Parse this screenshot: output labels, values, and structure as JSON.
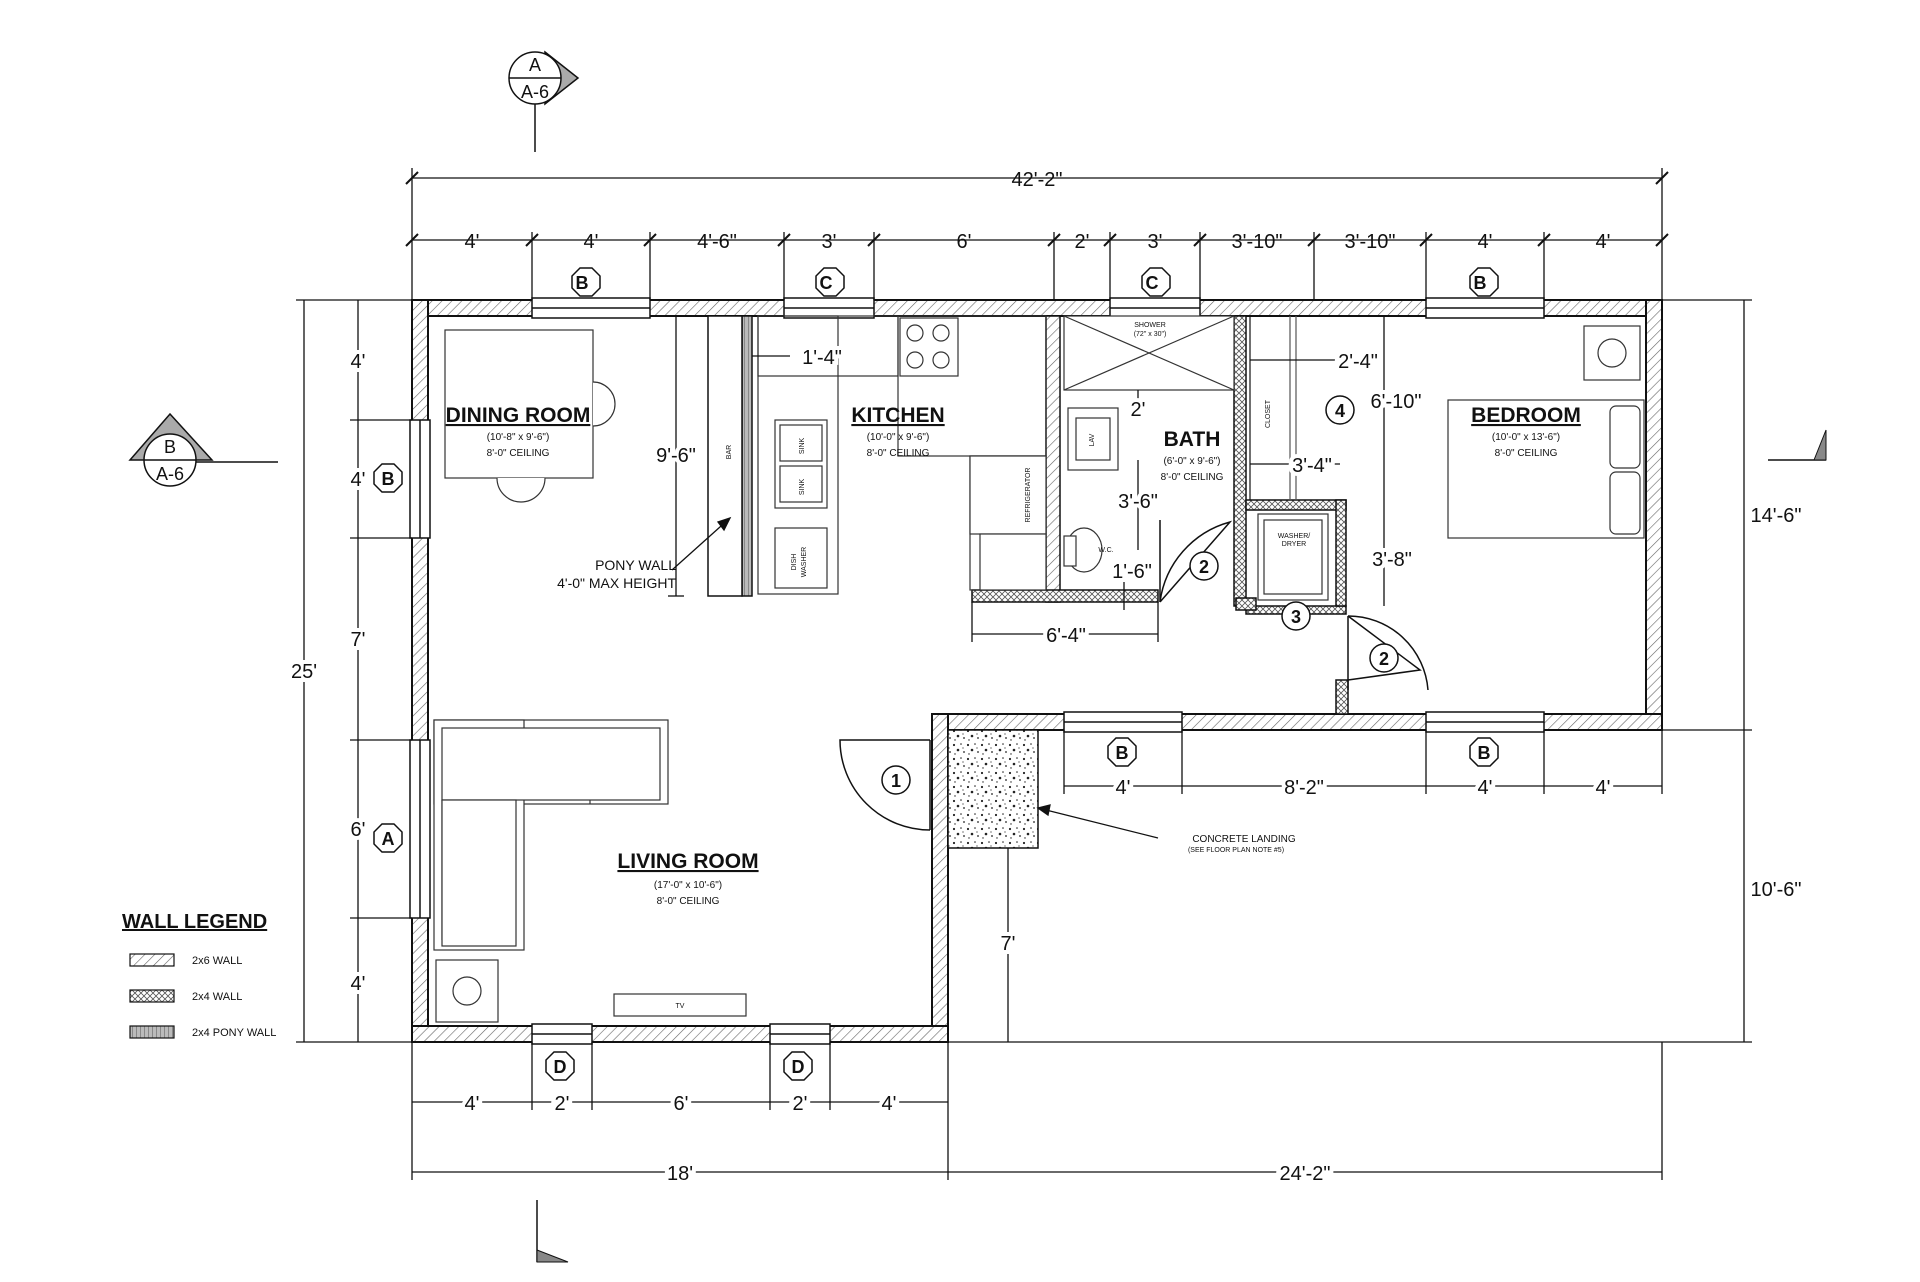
{
  "section_markers": {
    "a": {
      "letter": "A",
      "sheet": "A-6"
    },
    "b": {
      "letter": "B",
      "sheet": "A-6"
    }
  },
  "rooms": {
    "dining": {
      "name": "DINING ROOM",
      "size": "(10'-8\" x 9'-6\")",
      "ceiling": "8'-0\" CEILING"
    },
    "kitchen": {
      "name": "KITCHEN",
      "size": "(10'-0\" x 9'-6\")",
      "ceiling": "8'-0\" CEILING"
    },
    "bath": {
      "name": "BATH",
      "size": "(6'-0\" x 9'-6\")",
      "ceiling": "8'-0\" CEILING"
    },
    "bedroom": {
      "name": "BEDROOM",
      "size": "(10'-0\" x 13'-6\")",
      "ceiling": "8'-0\" CEILING"
    },
    "living": {
      "name": "LIVING ROOM",
      "size": "(17'-0\" x 10'-6\")",
      "ceiling": "8'-0\" CEILING"
    }
  },
  "fixtures": {
    "bar": "BAR",
    "sink": "SINK",
    "dishwasher_1": "DISH",
    "dishwasher_2": "WASHER",
    "refrigerator": "REFRIGERATOR",
    "shower": "SHOWER",
    "shower_size": "(72\" x 30\")",
    "lav": "LAV",
    "wc": "W.C.",
    "washer_dryer_1": "WASHER/",
    "washer_dryer_2": "DRYER",
    "closet": "CLOSET",
    "tv": "TV"
  },
  "notes": {
    "pony_wall_1": "PONY WALL",
    "pony_wall_2": "4'-0\" MAX HEIGHT",
    "concrete": "CONCRETE LANDING",
    "concrete_sub": "(SEE FLOOR PLAN NOTE #5)"
  },
  "dimensions": {
    "overall_top": "42'-2\"",
    "top": [
      "4'",
      "4'",
      "4'-6\"",
      "3'",
      "6'",
      "2'",
      "3'",
      "3'-10\"",
      "3'-10\"",
      "4'",
      "4'"
    ],
    "left": [
      "4'",
      "4'",
      "7'",
      "6'",
      "4'"
    ],
    "left_total": "25'",
    "right_upper": "14'-6\"",
    "right_lower": "10'-6\"",
    "bottom": [
      "4'",
      "2'",
      "6'",
      "2'",
      "4'"
    ],
    "bottom_left_total": "18'",
    "bottom_right_total": "24'-2\"",
    "porch": [
      "4'",
      "8'-2\"",
      "4'",
      "4'"
    ],
    "porch_depth": "7'",
    "interior": {
      "kitchen_height": "9'-6\"",
      "bar_offset": "1'-4\"",
      "bath_2ft": "2'",
      "bath_3_6": "3'-6\"",
      "bath_1_6": "1'-6\"",
      "kitchen_6_4": "6'-4\"",
      "closet_2_4": "2'-4\"",
      "closet_6_10": "6'-10\"",
      "closet_3_4": "3'-4\"",
      "closet_3_8": "3'-8\""
    }
  },
  "window_tags": {
    "top_b1": "B",
    "top_c1": "C",
    "top_c2": "C",
    "top_b2": "B",
    "left_b": "B",
    "left_a": "A",
    "bottom_d1": "D",
    "bottom_d2": "D",
    "porch_b1": "B",
    "porch_b2": "B"
  },
  "door_tags": {
    "d1": "1",
    "d2a": "2",
    "d2b": "2",
    "d3": "3",
    "d4": "4"
  },
  "legend": {
    "title": "WALL LEGEND",
    "items": [
      "2x6 WALL",
      "2x4 WALL",
      "2x4 PONY WALL"
    ]
  }
}
